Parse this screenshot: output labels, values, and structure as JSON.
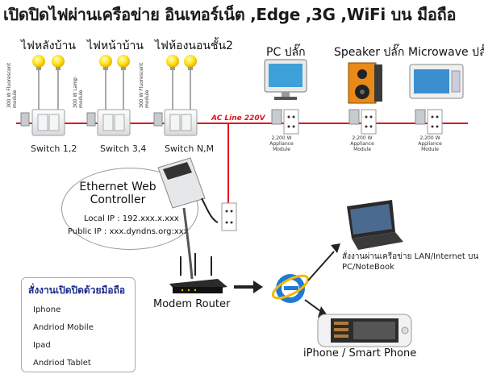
{
  "title": "เปิดปิดไฟผ่านเครือข่าย อินเทอร์เน็ต ,Edge ,3G ,WiFi บน มือถือ",
  "rooms": [
    {
      "label": "ไฟหลังบ้าน",
      "module": "300 W Fluorescent module",
      "switch": "Switch 1,2"
    },
    {
      "label": "ไฟหน้าบ้าน",
      "module": "300 W Lamp module",
      "switch": "Switch 3,4"
    },
    {
      "label": "ไฟห้องนอนชั้น2",
      "module": "300 W Fluorescent module",
      "switch": "Switch N,M"
    }
  ],
  "appliances": [
    {
      "label": "PC ปลั๊ก",
      "module": "2,200 W Appliance Module"
    },
    {
      "label": "Speaker ปลั๊ก",
      "module": "2,200 W Appliance Module"
    },
    {
      "label": "Microwave ปลั๊ก",
      "module": "2,200 W Appliance Module"
    }
  ],
  "ac_line": "AC Line 220V",
  "controller": {
    "title": "Ethernet Web Controller",
    "local_ip": "Local IP : 192.xxx.x.xxx",
    "public_ip": "Public IP : xxx.dyndns.org:xxx"
  },
  "router": "Modem Router",
  "lan_label": "สั่งงานผ่านเครือข่าย LAN/Internet บน PC/NoteBook",
  "phone_label": "iPhone / Smart Phone",
  "mobile_panel": {
    "heading": "สั่งงานเปิดปิดด้วยมือถือ",
    "items": [
      "Iphone",
      "Andriod Mobile",
      "Ipad",
      "Andriod Tablet"
    ]
  },
  "colors": {
    "ac_line": "#e2141b",
    "panel_heading": "#1a2a8a"
  }
}
